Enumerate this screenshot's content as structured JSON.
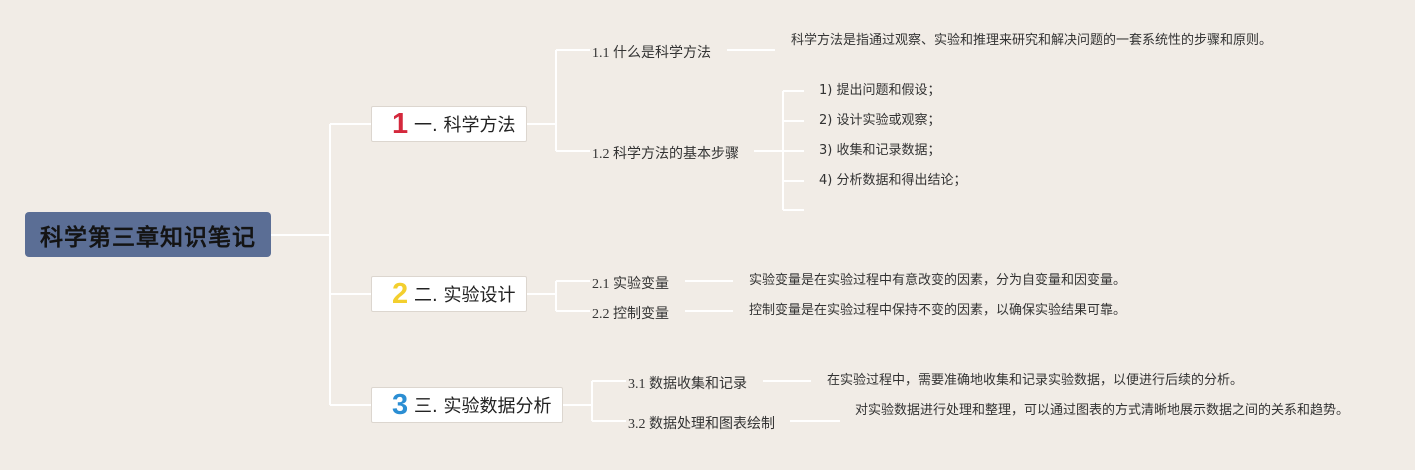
{
  "root": {
    "title": "科学第三章知识笔记",
    "color": "#5b6e95"
  },
  "branches": [
    {
      "number": "1",
      "number_color": "#d4283c",
      "label": "一. 科学方法",
      "subs": [
        {
          "label": "1.1 什么是科学方法",
          "text": "科学方法是指通过观察、实验和推理来研究和解决问题的一套系统性的步骤和原则。"
        },
        {
          "label": "1.2 科学方法的基本步骤",
          "steps": [
            "1) 提出问题和假设；",
            "2) 设计实验或观察；",
            "3) 收集和记录数据；",
            "4) 分析数据和得出结论；"
          ]
        }
      ]
    },
    {
      "number": "2",
      "number_color": "#f3cf2e",
      "label": "二. 实验设计",
      "subs": [
        {
          "label": "2.1 实验变量",
          "text": "实验变量是在实验过程中有意改变的因素，分为自变量和因变量。"
        },
        {
          "label": "2.2 控制变量",
          "text": "控制变量是在实验过程中保持不变的因素，以确保实验结果可靠。"
        }
      ]
    },
    {
      "number": "3",
      "number_color": "#2b8ed3",
      "label": "三. 实验数据分析",
      "subs": [
        {
          "label": "3.1 数据收集和记录",
          "text": "在实验过程中，需要准确地收集和记录实验数据，以便进行后续的分析。"
        },
        {
          "label": "3.2 数据处理和图表绘制",
          "text": "对实验数据进行处理和整理，可以通过图表的方式清晰地展示数据之间的关系和趋势。"
        }
      ]
    }
  ],
  "line_color": "#ffffff"
}
